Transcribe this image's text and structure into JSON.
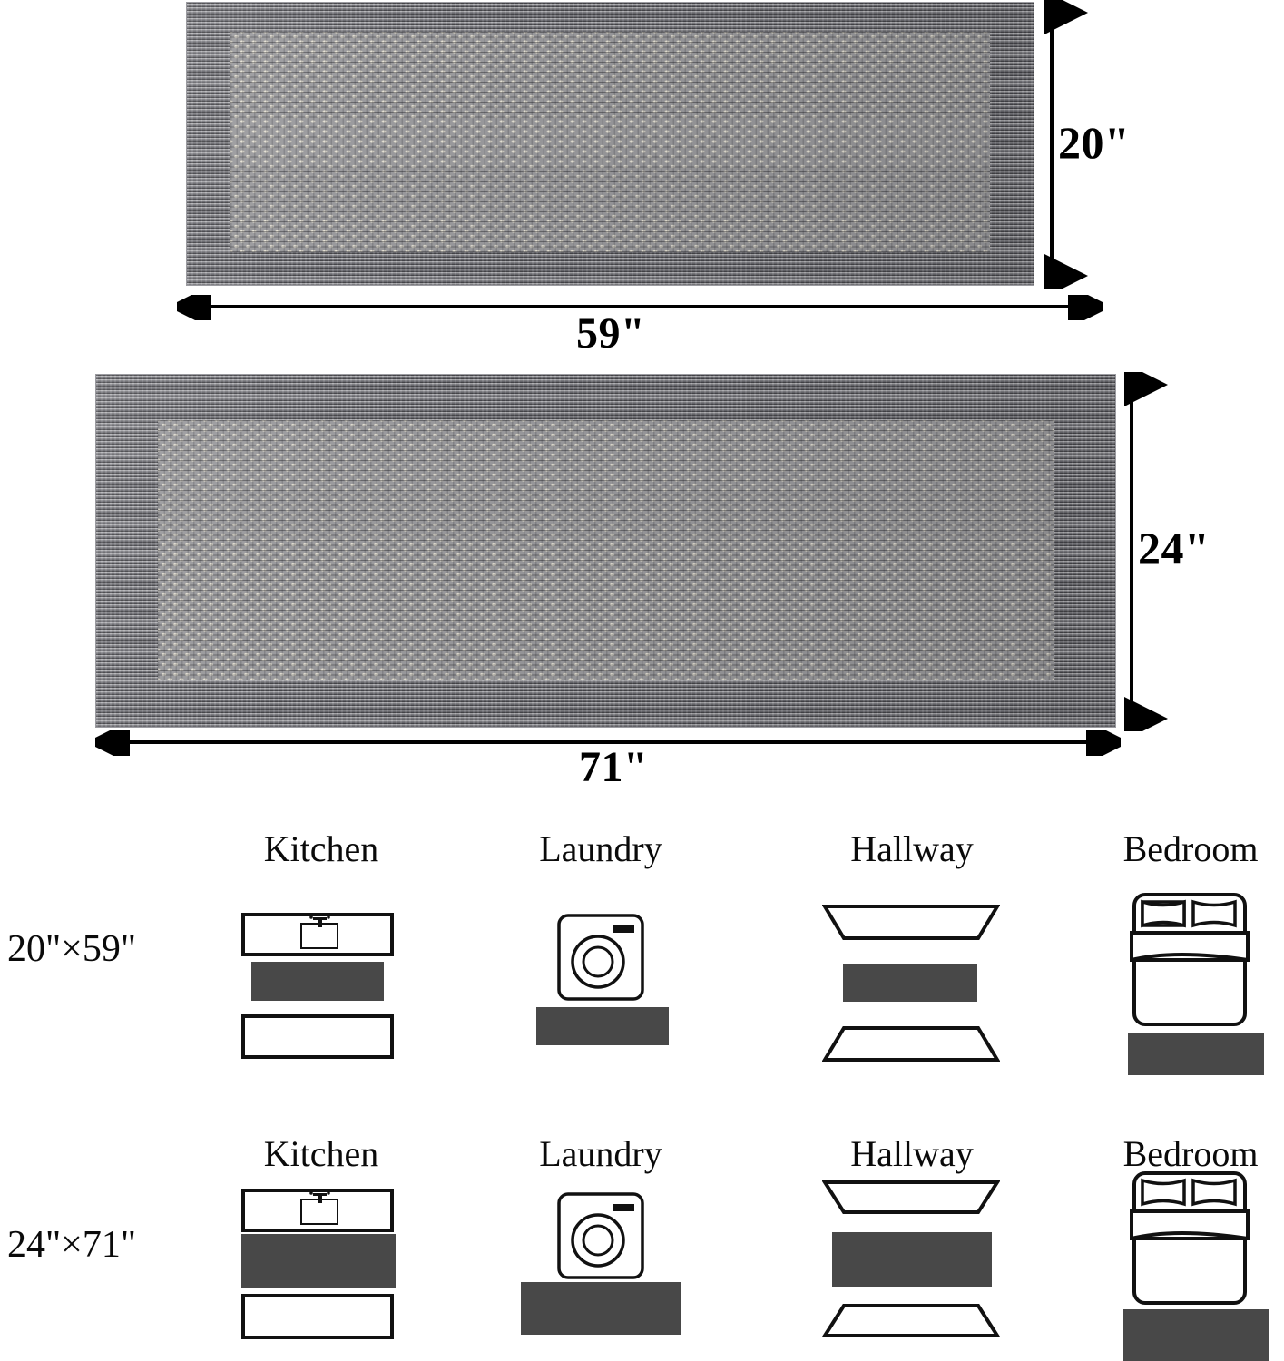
{
  "diagram": {
    "type": "product-dimension-diagram",
    "product": "area rug runner",
    "background_color": "#ffffff"
  },
  "rugs": [
    {
      "id": "rug-small",
      "width_label": "59\"",
      "height_label": "20\"",
      "border_color": "#8a8a8f",
      "field_color": "#9a9a9d",
      "dot_color": "#efece1"
    },
    {
      "id": "rug-large",
      "width_label": "71\"",
      "height_label": "24\"",
      "border_color": "#8a8a8f",
      "field_color": "#9a9a9d",
      "dot_color": "#efece1"
    }
  ],
  "usage_table": {
    "room_columns": [
      "Kitchen",
      "Laundry",
      "Hallway",
      "Bedroom"
    ],
    "rows": [
      {
        "size_label": "20\"×59\"",
        "rug_color": "#484848",
        "scenes": [
          "Kitchen",
          "Laundry",
          "Hallway",
          "Bedroom"
        ]
      },
      {
        "size_label": "24\"×71\"",
        "rug_color": "#484848",
        "scenes": [
          "Kitchen",
          "Laundry",
          "Hallway",
          "Bedroom"
        ]
      }
    ]
  },
  "colors": {
    "rug_dark": "#484848",
    "outline": "#111111",
    "rug_gray": "#8a8a8f",
    "dot_cream": "#efece1"
  }
}
